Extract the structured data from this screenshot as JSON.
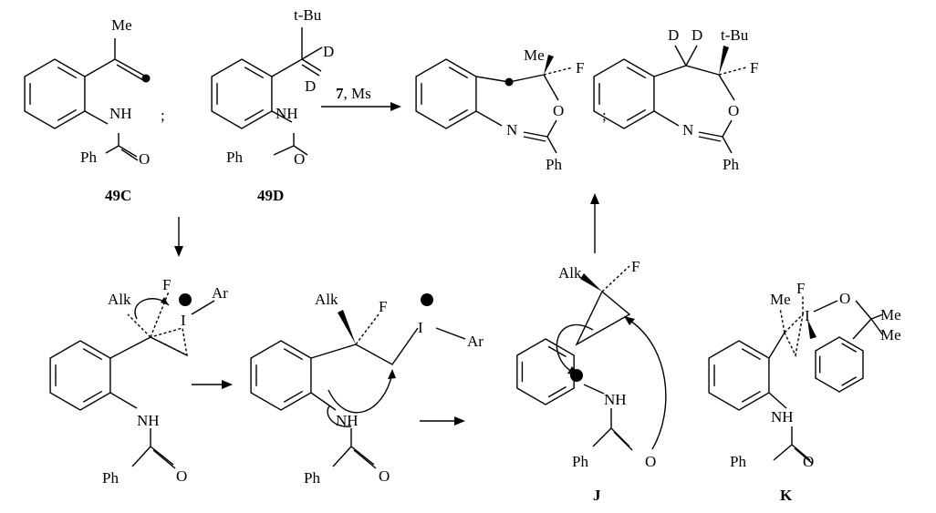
{
  "reactant_49C": {
    "me": "Me",
    "nh": "NH",
    "ph": "Ph",
    "o": "O",
    "label": "49C"
  },
  "separator": ";",
  "reactant_49D": {
    "tbu": "t-Bu",
    "d1": "D",
    "d2": "D",
    "nh": "NH",
    "ph": "Ph",
    "o": "O",
    "label": "49D"
  },
  "reaction_conditions": {
    "reagent": "7",
    "additive": ", Ms"
  },
  "product_1": {
    "me": "Me",
    "f": "F",
    "o": "O",
    "n": "N",
    "ph": "Ph"
  },
  "product_2": {
    "d1": "D",
    "d2": "D",
    "tbu": "t-Bu",
    "f": "F",
    "o": "O",
    "n": "N",
    "ph": "Ph"
  },
  "intermediate_1": {
    "alk": "Alk",
    "f": "F",
    "plus": "+",
    "i": "I",
    "ar": "Ar",
    "nh": "NH",
    "ph": "Ph",
    "o": "O"
  },
  "intermediate_2": {
    "alk": "Alk",
    "f": "F",
    "plus": "+",
    "i": "I",
    "ar": "Ar",
    "nh": "NH",
    "ph": "Ph",
    "o": "O"
  },
  "intermediate_J": {
    "alk": "Alk",
    "f": "F",
    "plus": "+",
    "nh": "NH",
    "ph": "Ph",
    "o": "O",
    "label": "J"
  },
  "intermediate_K": {
    "me": "Me",
    "f": "F",
    "i": "I",
    "o": "O",
    "me2": "Me",
    "me3": "Me",
    "nh": "NH",
    "ph": "Ph",
    "o2": "O",
    "label": "K"
  }
}
